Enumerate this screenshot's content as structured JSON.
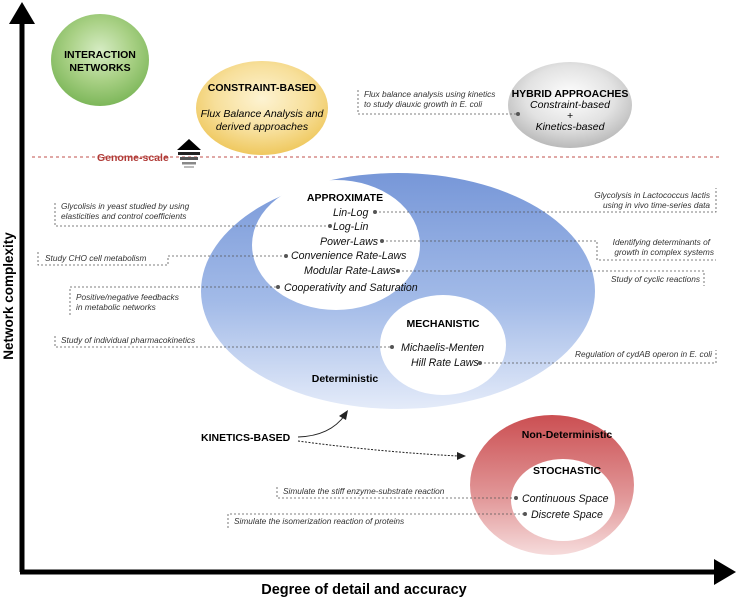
{
  "axes": {
    "y_label": "Network complexity",
    "x_label": "Degree of detail and accuracy"
  },
  "top_categories": {
    "interaction_networks": [
      "INTERACTION",
      "NETWORKS"
    ],
    "constraint_based": {
      "title": "CONSTRAINT-BASED",
      "subtitle": [
        "Flux Balance Analysis and",
        "derived approaches"
      ]
    },
    "hybrid": {
      "title": "HYBRID APPROACHES",
      "lines": [
        "Constraint-based",
        "+",
        "Kinetics-based"
      ],
      "note": [
        "Flux balance analysis using kinetics",
        "to study diauxic growth in E. coli"
      ]
    }
  },
  "genome_scale": "Genome-scale",
  "kinetics_based": "KINETICS-BASED",
  "deterministic": {
    "label": "Deterministic",
    "approximate": {
      "title": "APPROXIMATE",
      "items": [
        "Lin-Log",
        "Log-Lin",
        "Power-Laws",
        "Convenience Rate-Laws",
        "Modular Rate-Laws",
        "Cooperativity and Saturation"
      ]
    },
    "mechanistic": {
      "title": "MECHANISTIC",
      "items": [
        "Michaelis-Menten",
        "Hill Rate Laws"
      ]
    }
  },
  "non_deterministic": {
    "label": "Non-Deterministic",
    "stochastic": {
      "title": "STOCHASTIC",
      "items": [
        "Continuous Space",
        "Discrete Space"
      ]
    }
  },
  "notes": {
    "glycolysis_yeast": [
      "Glycolisis in yeast studied by using",
      "elasticities and control coefficients"
    ],
    "glycolysis_lactis": [
      "Glycolysis in Lactococcus lactis",
      "using in vivo time-series data"
    ],
    "cho": "Study CHO cell metabolism",
    "growth": [
      "Identifying determinants of",
      "growth in complex systems"
    ],
    "cyclic": "Study of cyclic reactions",
    "feedbacks": [
      "Positive/negative feedbacks",
      "in metabolic networks"
    ],
    "pharmacokinetics": "Study of individual pharmacokinetics",
    "cydab": "Regulation of cydAB operon in E. coli",
    "stiff": "Simulate the stiff enzyme-substrate reaction",
    "isomerization": "Simulate the isomerization reaction of proteins"
  },
  "colors": {
    "interaction": "#8dc26a",
    "constraint": "#f3d27a",
    "hybrid": "#c8c8c8",
    "deterministic": "#7f9fdc",
    "non_deterministic": "#d0595c",
    "genome_line": "#c0504d"
  }
}
